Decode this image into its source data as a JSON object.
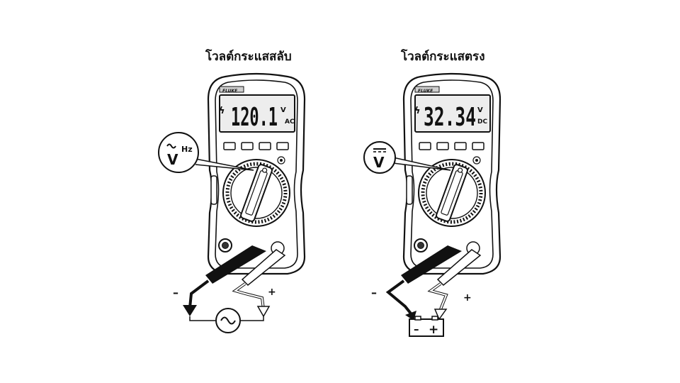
{
  "meters": [
    {
      "title": "โวลต์กระแสสลับ",
      "brand": "FLUKE",
      "display_value": "120.1",
      "display_unit": "V",
      "display_mode": "AC",
      "dial_label": "V",
      "dial_sublabel": "Hz",
      "minus_label": "–",
      "plus_label": "+",
      "source_type": "ac"
    },
    {
      "title": "โวลต์กระแสตรง",
      "brand": "FLUKE",
      "display_value": "32.34",
      "display_unit": "V",
      "display_mode": "DC",
      "dial_label": "V",
      "minus_label": "–",
      "plus_label": "+",
      "battery_minus": "–",
      "battery_plus": "+",
      "source_type": "dc"
    }
  ]
}
